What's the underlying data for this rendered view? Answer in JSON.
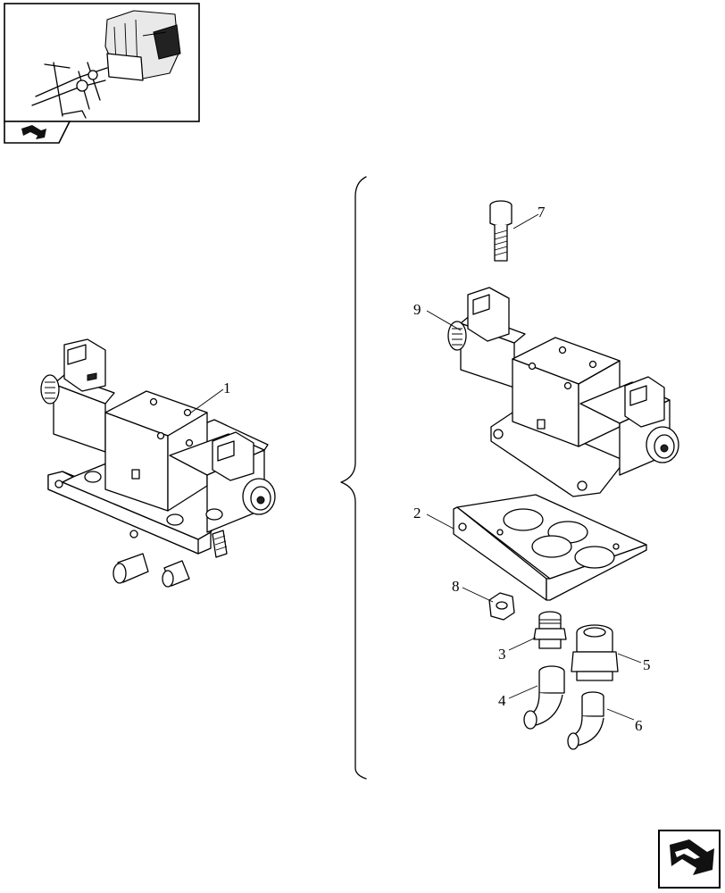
{
  "figure": {
    "callouts": {
      "c1": "1",
      "c2": "2",
      "c3": "3",
      "c4": "4",
      "c5": "5",
      "c6": "6",
      "c7": "7",
      "c8": "8",
      "c9": "9"
    },
    "icons": {
      "thumbnail": "tractor-thumbnail-icon",
      "thumbnail_nav": "return-arrow-icon",
      "page_nav": "next-page-arrow-icon"
    }
  }
}
